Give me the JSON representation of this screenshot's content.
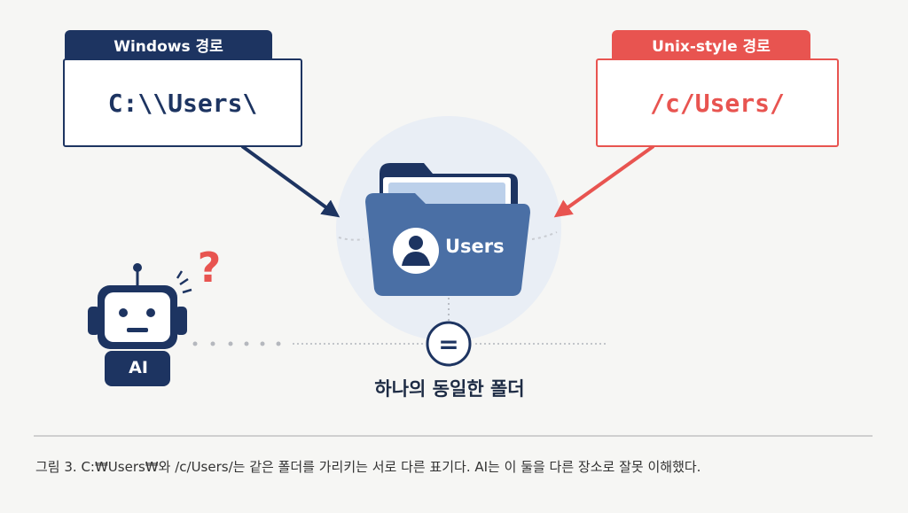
{
  "windows": {
    "tab_label": "Windows 경로",
    "path": "C:\\\\Users\\"
  },
  "unix": {
    "tab_label": "Unix-style 경로",
    "path": "/c/Users/"
  },
  "folder": {
    "label": "Users",
    "icon": "folder-icon"
  },
  "robot": {
    "label": "AI",
    "question_mark": "?"
  },
  "equals_symbol": "=",
  "center_caption": "하나의 동일한 폴더",
  "figure_caption": "그림 3. C:₩Users₩와 /c/Users/는 같은 폴더를 가리키는 서로 다른 표기다. AI는 이 둘을 다른 장소로 잘못 이해했다.",
  "colors": {
    "navy": "#1d3461",
    "red": "#e85450",
    "folder_blue": "#4a6fa5",
    "background": "#f6f6f4"
  }
}
